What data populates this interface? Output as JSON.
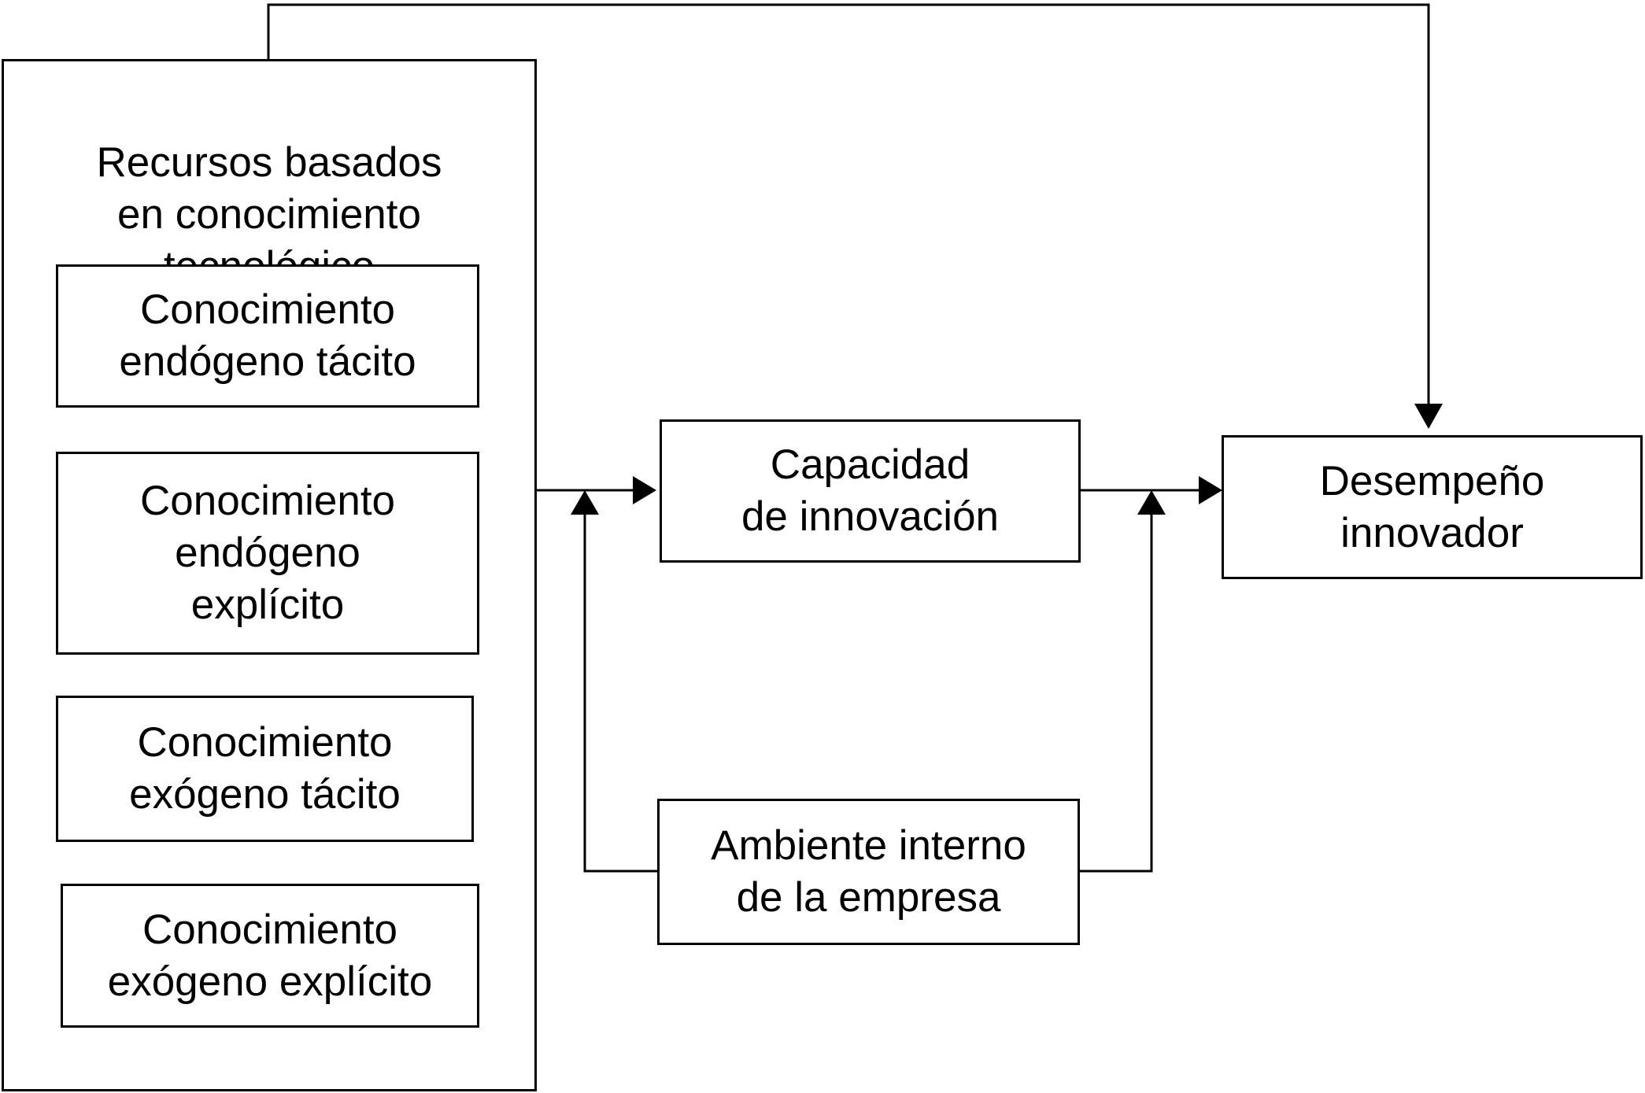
{
  "diagram": {
    "nodes": {
      "recursos": {
        "lines": [
          "Recursos basados",
          "en conocimiento",
          "tecnológico"
        ]
      },
      "endogeno_tacito": {
        "lines": [
          "Conocimiento",
          "endógeno tácito"
        ]
      },
      "endogeno_explicito": {
        "lines": [
          "Conocimiento",
          "endógeno",
          "explícito"
        ]
      },
      "exogeno_tacito": {
        "lines": [
          "Conocimiento",
          "exógeno tácito"
        ]
      },
      "exogeno_explicito": {
        "lines": [
          "Conocimiento",
          "exógeno explícito"
        ]
      },
      "capacidad": {
        "lines": [
          "Capacidad",
          "de innovación"
        ]
      },
      "desempeno": {
        "lines": [
          "Desempeño",
          "innovador"
        ]
      },
      "ambiente": {
        "lines": [
          "Ambiente interno",
          "de la empresa"
        ]
      }
    },
    "edges": [
      {
        "from": "recursos",
        "to": "capacidad"
      },
      {
        "from": "capacidad",
        "to": "desempeno"
      },
      {
        "from": "recursos",
        "to": "desempeno"
      },
      {
        "from": "ambiente",
        "to": "capacidad"
      },
      {
        "from": "ambiente",
        "to": "desempeno"
      }
    ]
  }
}
